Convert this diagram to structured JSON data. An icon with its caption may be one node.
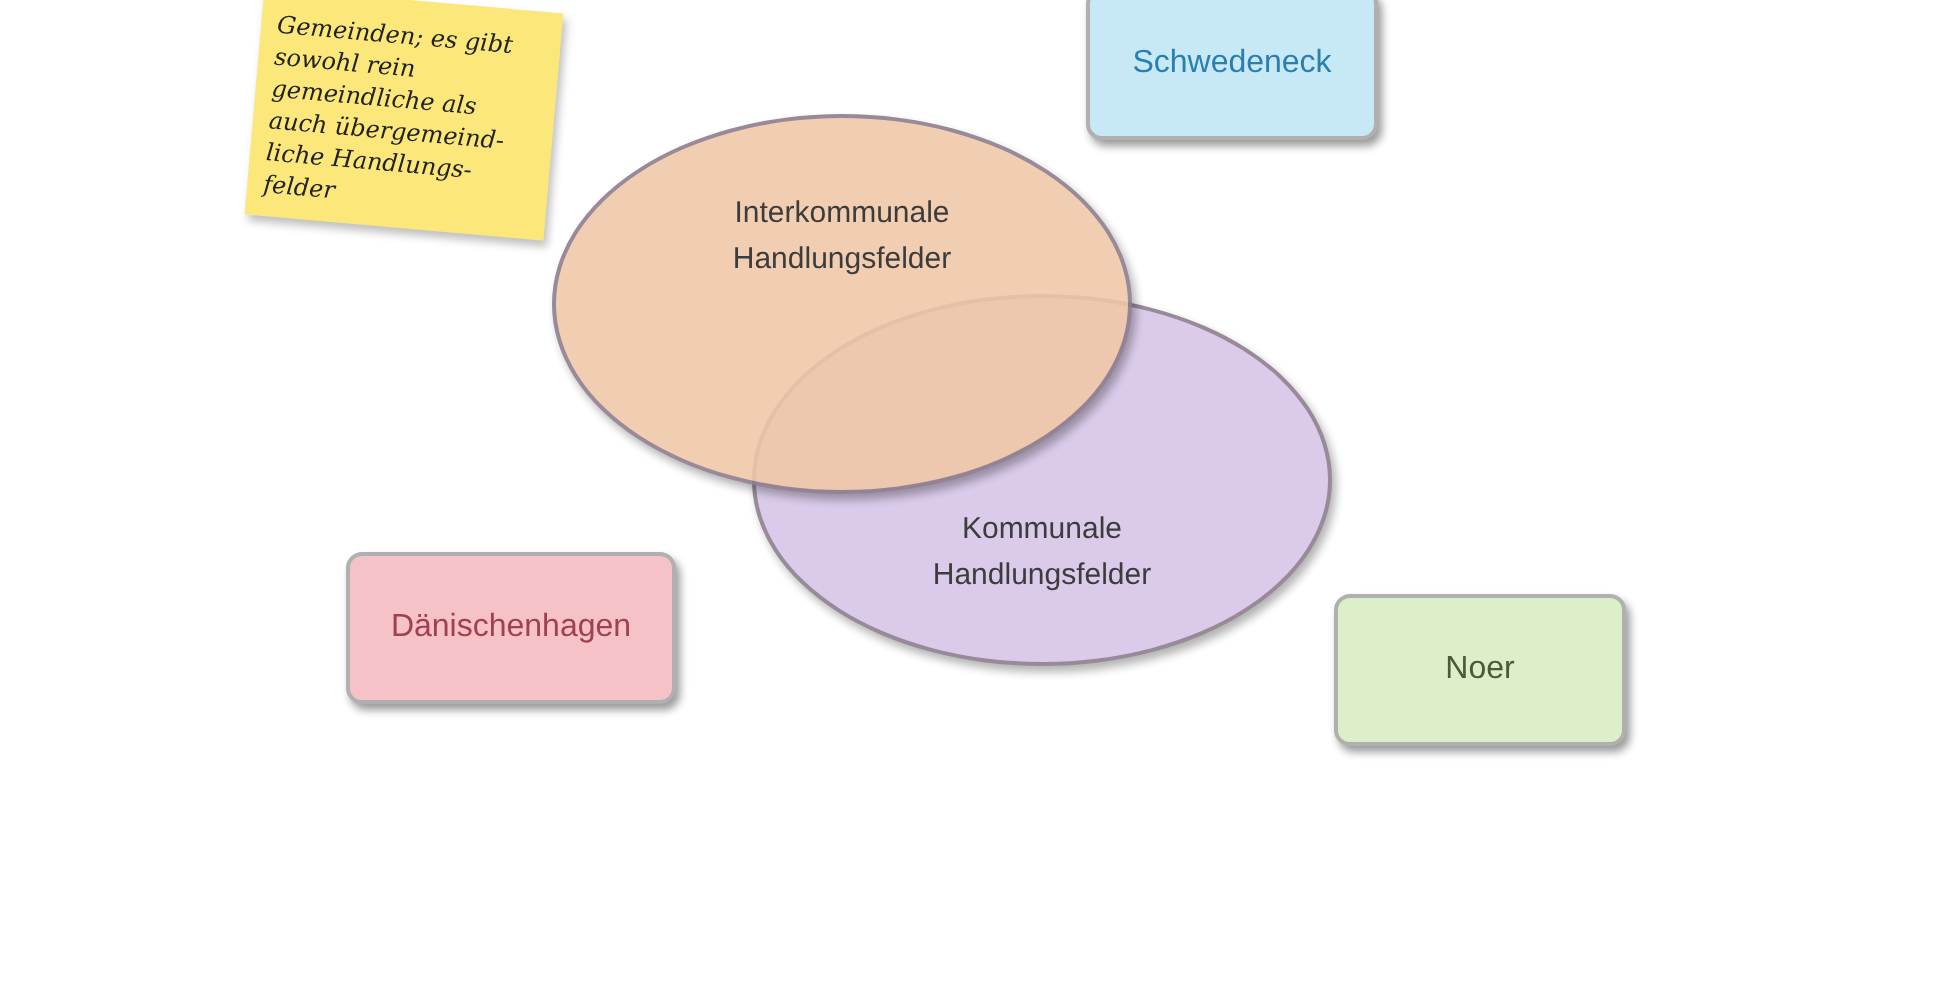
{
  "diagram": {
    "nodes": [
      {
        "text": [
          "Gemeinden; es gibt sowohl rein gemeindliche als auch übergemeind- liche Handlungs- felder"
        ]
      },
      {
        "text": [
          "Schwedeneck"
        ]
      },
      {
        "text": [
          "Interkommunale Handlungsfelder"
        ]
      },
      {
        "text": [
          "Kommunale Handlungsfelder"
        ]
      },
      {
        "text": [
          "Dänischenhagen"
        ]
      },
      {
        "text": [
          "Noer"
        ]
      }
    ],
    "edges": []
  }
}
